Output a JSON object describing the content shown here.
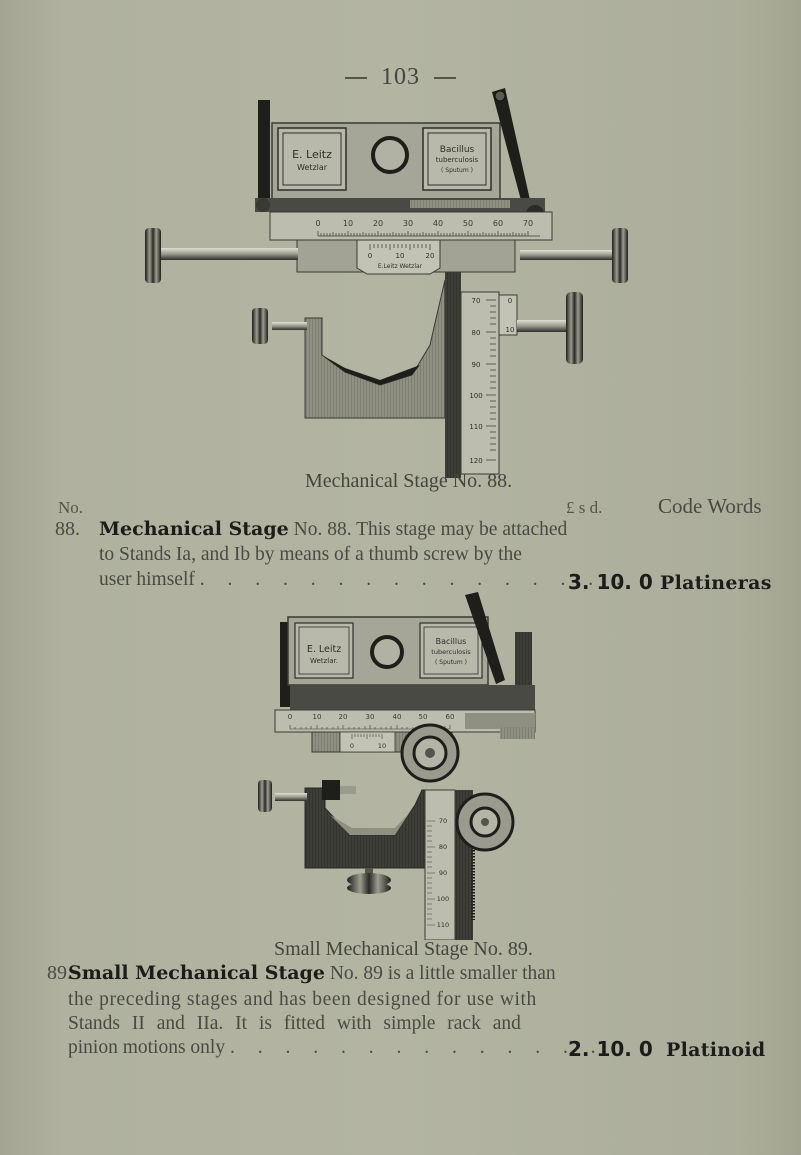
{
  "page": {
    "number": "103"
  },
  "figures": [
    {
      "caption": "Mechanical Stage No. 88.",
      "slide": {
        "left_label_line1": "E. Leitz",
        "left_label_line2": "Wetzlar",
        "right_label_line1": "Bacillus",
        "right_label_line2": "tuberculosis",
        "right_label_line3": "( Sputum )"
      },
      "horizontal_scale": [
        "0",
        "10",
        "20",
        "30",
        "40",
        "50",
        "60",
        "70"
      ],
      "vernier_scale": [
        "0",
        "10",
        "20"
      ],
      "vernier_label": "E.Leitz Wetzlar",
      "vertical_scale": [
        "70",
        "80",
        "90",
        "100",
        "110",
        "120"
      ],
      "vertical_vernier": [
        "0",
        "10"
      ]
    },
    {
      "caption": "Small Mechanical Stage No. 89.",
      "slide": {
        "left_label_line1": "E. Leitz",
        "left_label_line2": "Wetzlar.",
        "right_label_line1": "Bacillus",
        "right_label_line2": "tuberculosis",
        "right_label_line3": "( Sputum )"
      },
      "horizontal_scale": [
        "0",
        "10",
        "20",
        "30",
        "40",
        "50",
        "60"
      ],
      "vernier_scale": [
        "0",
        "10"
      ],
      "vertical_scale": [
        "70",
        "80",
        "90",
        "100",
        "110"
      ]
    }
  ],
  "table_header": {
    "no_label": "No.",
    "currency_label": "£ s d.",
    "code_words_label": "Code Words"
  },
  "entries": [
    {
      "number": "88.",
      "title": "Mechanical Stage",
      "line1_rest": " No. 88.  This stage may be attached",
      "line2": "to Stands Ia, and Ib by means of a thumb screw by the",
      "line3": "user himself",
      "dots": ". . . . . . . . . . . . . . . .",
      "price": "3. 10. 0",
      "code_word": "Platineras"
    },
    {
      "number": "89.",
      "title": "Small Mechanical Stage",
      "line1_rest": " No. 89 is a little smaller than",
      "line2": "the preceding stages and has been designed for use with",
      "line3": "Stands II and IIa.  It is fitted with simple rack and",
      "line4": "pinion motions only",
      "dots": ". . . . . . . . . . . . . .",
      "price": "2. 10. 0",
      "code_word": "Platinoid"
    }
  ]
}
